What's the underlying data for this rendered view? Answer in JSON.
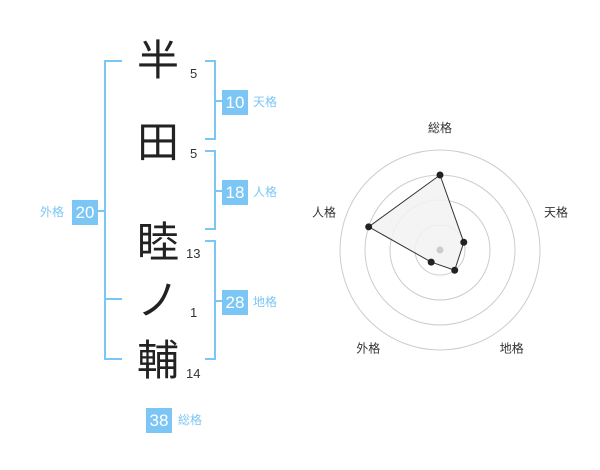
{
  "name": {
    "characters": [
      {
        "char": "半",
        "strokes": "5"
      },
      {
        "char": "田",
        "strokes": "5"
      },
      {
        "char": "睦",
        "strokes": "13"
      },
      {
        "char": "ノ",
        "strokes": "1"
      },
      {
        "char": "輔",
        "strokes": "14"
      }
    ]
  },
  "fortune": {
    "tenkaku": {
      "label": "天格",
      "value": "10"
    },
    "jinkaku": {
      "label": "人格",
      "value": "18"
    },
    "chikaku": {
      "label": "地格",
      "value": "28"
    },
    "gaikaku": {
      "label": "外格",
      "value": "20"
    },
    "soukaku": {
      "label": "総格",
      "value": "38"
    }
  },
  "chart_data": {
    "type": "radar",
    "axes": [
      "総格",
      "天格",
      "地格",
      "外格",
      "人格"
    ],
    "values": [
      3,
      1,
      1,
      0.6,
      3
    ],
    "rlim": [
      0,
      4
    ],
    "rings": 4,
    "colors": {
      "fill": "#f2f2f2",
      "line": "#333333",
      "point": "#222222",
      "ring": "#cccccc",
      "center": "#cccccc"
    }
  },
  "colors": {
    "accent": "#7cc6f5"
  }
}
